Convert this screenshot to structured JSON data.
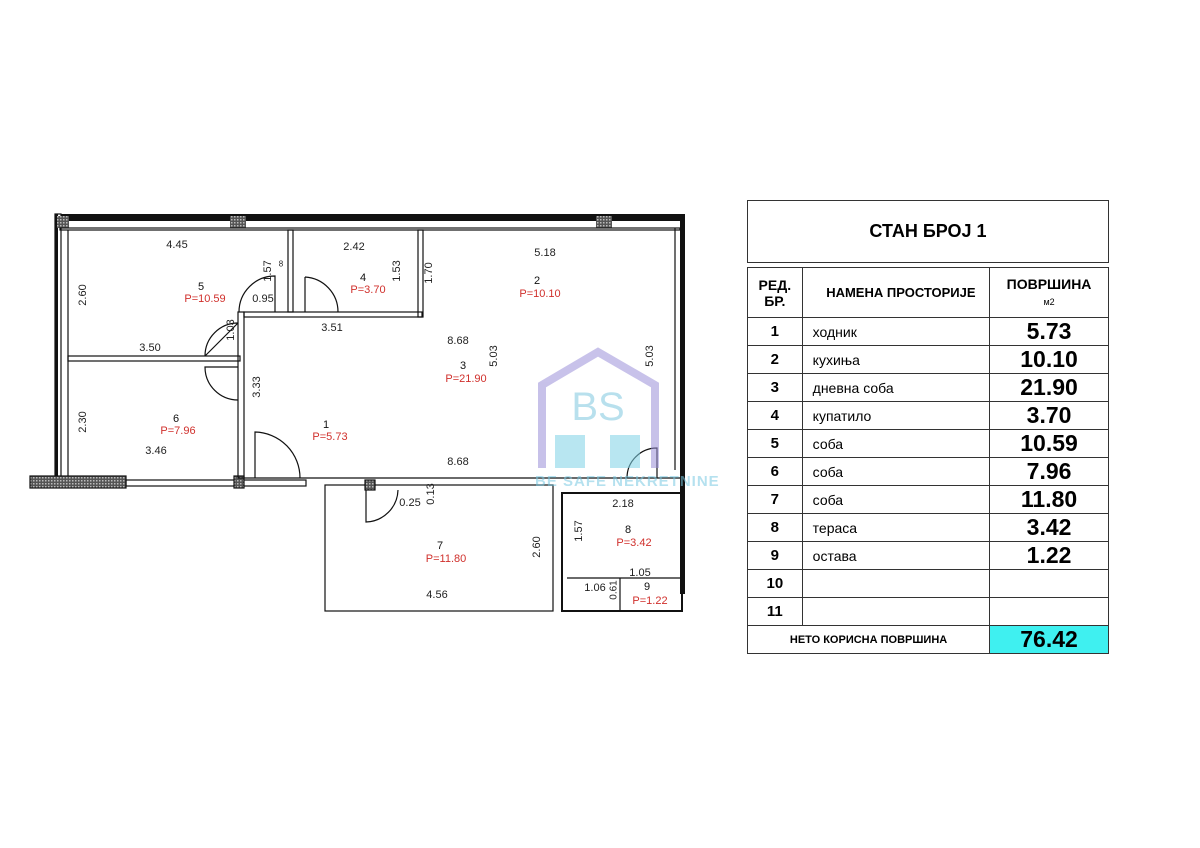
{
  "plan": {
    "rooms": [
      {
        "no": "1",
        "area": "P=5.73"
      },
      {
        "no": "2",
        "area": "P=10.10"
      },
      {
        "no": "3",
        "area": "P=21.90"
      },
      {
        "no": "4",
        "area": "P=3.70"
      },
      {
        "no": "5",
        "area": "P=10.59"
      },
      {
        "no": "6",
        "area": "P=7.96"
      },
      {
        "no": "7",
        "area": "P=11.80"
      },
      {
        "no": "8",
        "area": "P=3.42"
      },
      {
        "no": "9",
        "area": "P=1.22"
      }
    ],
    "dims": [
      "4.45",
      "2.60",
      "1.57",
      "8",
      "0.95",
      "1.03",
      "3.50",
      "2.30",
      "3.46",
      "3.33",
      "2.42",
      "1.53",
      "1.70",
      "3.51",
      "5.18",
      "8.68",
      "5.03",
      "5.03",
      "8.68",
      "0.25",
      "0.13",
      "2.60",
      "4.56",
      "2.18",
      "1.57",
      "1.05",
      "1.06",
      "0.61"
    ]
  },
  "watermark": {
    "logo": "BS",
    "text": "BE SAFE NEKRETNINE"
  },
  "table": {
    "title": "СТАН БРОЈ 1",
    "headers": {
      "no": "РЕД. БР.",
      "name": "НАМЕНА ПРОСТОРИЈЕ",
      "area": "ПОВРШИНА",
      "unit": "м2"
    },
    "rows": [
      {
        "no": "1",
        "name": "ходник",
        "area": "5.73"
      },
      {
        "no": "2",
        "name": "кухиња",
        "area": "10.10"
      },
      {
        "no": "3",
        "name": "дневна соба",
        "area": "21.90"
      },
      {
        "no": "4",
        "name": "купатило",
        "area": "3.70"
      },
      {
        "no": "5",
        "name": "соба",
        "area": "10.59"
      },
      {
        "no": "6",
        "name": "соба",
        "area": "7.96"
      },
      {
        "no": "7",
        "name": "соба",
        "area": "11.80"
      },
      {
        "no": "8",
        "name": "тераса",
        "area": "3.42"
      },
      {
        "no": "9",
        "name": "остава",
        "area": "1.22"
      },
      {
        "no": "10",
        "name": "",
        "area": ""
      },
      {
        "no": "11",
        "name": "",
        "area": ""
      }
    ],
    "net_label": "НЕТО КОРИСНА ПОВРШИНА",
    "net_value": "76.42"
  },
  "colors": {
    "area_text": "#d0302c",
    "net_highlight": "#3ff0f0",
    "watermark": "#7fc8e0"
  }
}
